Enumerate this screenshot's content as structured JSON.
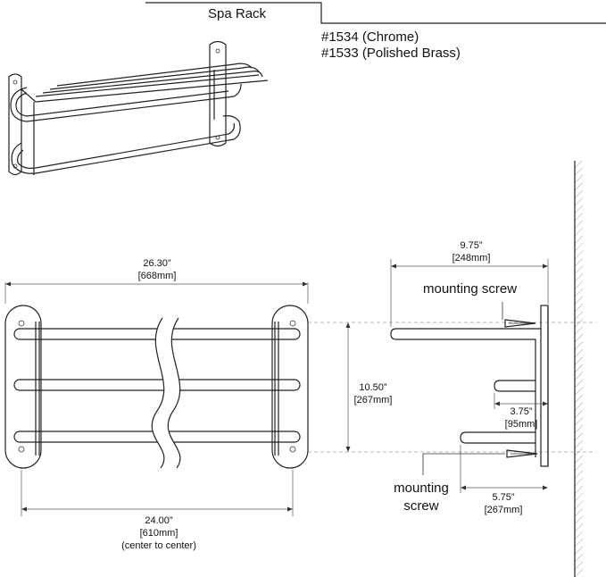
{
  "header": {
    "title": "Spa Rack",
    "models": [
      "#1534 (Chrome)",
      "#1533 (Polished Brass)"
    ]
  },
  "front_view": {
    "overall_width": {
      "inches": "26.30”",
      "mm": "[668mm]"
    },
    "center_width": {
      "inches": "24.00”",
      "mm": "[610mm]",
      "note": "(center to center)"
    },
    "height": {
      "inches": "10.50”",
      "mm": "[267mm]"
    }
  },
  "side_view": {
    "top_depth": {
      "inches": "9.75”",
      "mm": "[248mm]"
    },
    "middle_depth": {
      "inches": "3.75”",
      "mm": "[95mm]"
    },
    "bottom_depth": {
      "inches": "5.75”",
      "mm": "[267mm]"
    },
    "callout_top": "mounting screw",
    "callout_bottom": [
      "mounting",
      "screw"
    ]
  }
}
